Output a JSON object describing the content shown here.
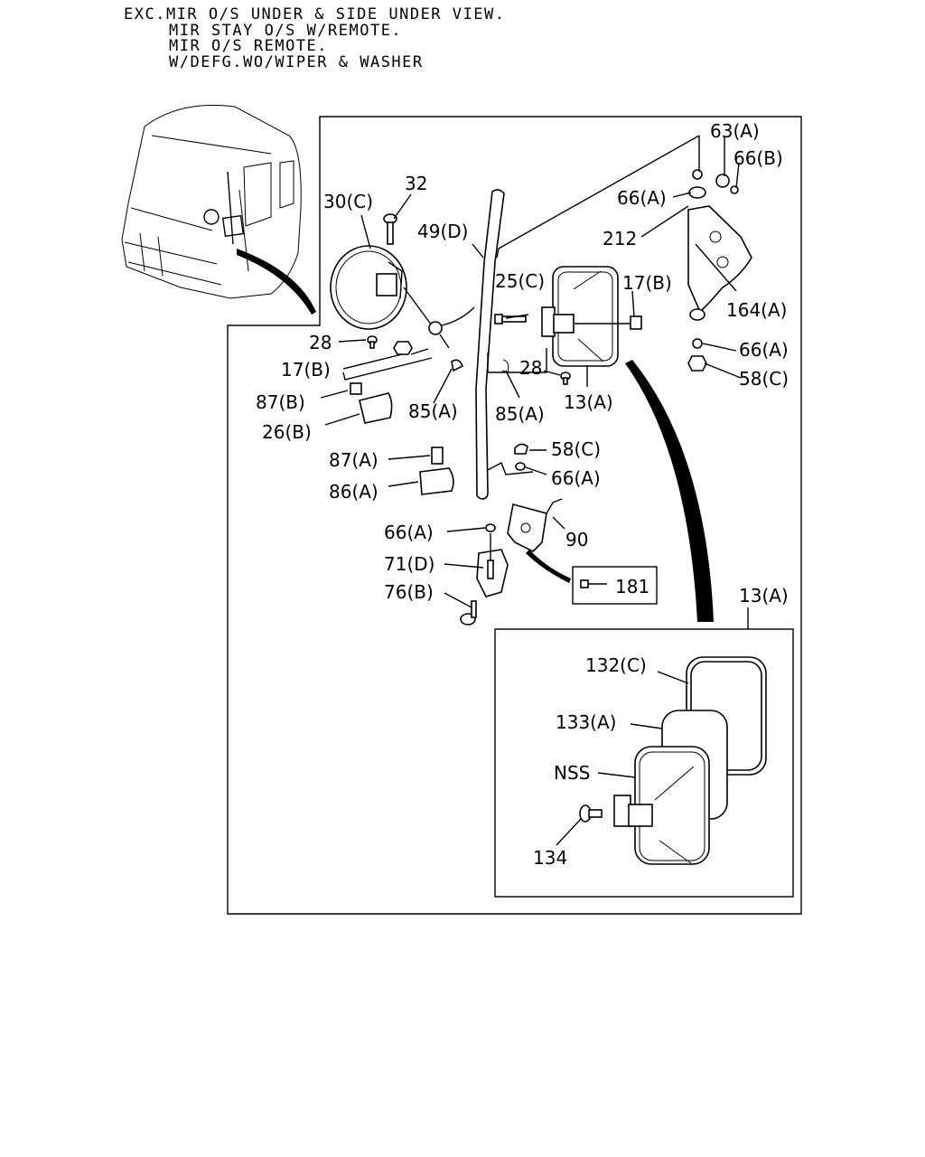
{
  "header": {
    "line1": "EXC.MIR O/S UNDER & SIDE UNDER VIEW.",
    "line2": "MIR STAY O/S W/REMOTE.",
    "line3": "MIR O/S REMOTE.",
    "line4": "W/DEFG.WO/WIPER & WASHER"
  },
  "callouts": {
    "c63A": "63(A)",
    "c66B": "66(B)",
    "c66A_1": "66(A)",
    "c212": "212",
    "c164A": "164(A)",
    "c66A_2": "66(A)",
    "c58C_1": "58(C)",
    "c32": "32",
    "c30C": "30(C)",
    "c49D": "49(D)",
    "c25C": "25(C)",
    "c17B_1": "17(B)",
    "c28_1": "28",
    "c17B_2": "17(B)",
    "c28_2": "28",
    "c13A_1": "13(A)",
    "c87B": "87(B)",
    "c85A_1": "85(A)",
    "c85A_2": "85(A)",
    "c26B": "26(B)",
    "c87A": "87(A)",
    "c58C_2": "58(C)",
    "c66A_3": "66(A)",
    "c86A": "86(A)",
    "c66A_4": "66(A)",
    "c90": "90",
    "c71D": "71(D)",
    "c181": "181",
    "c76B": "76(B)",
    "c13A_2": "13(A)",
    "c132C": "132(C)",
    "c133A": "133(A)",
    "cNSS": "NSS",
    "c134": "134"
  }
}
